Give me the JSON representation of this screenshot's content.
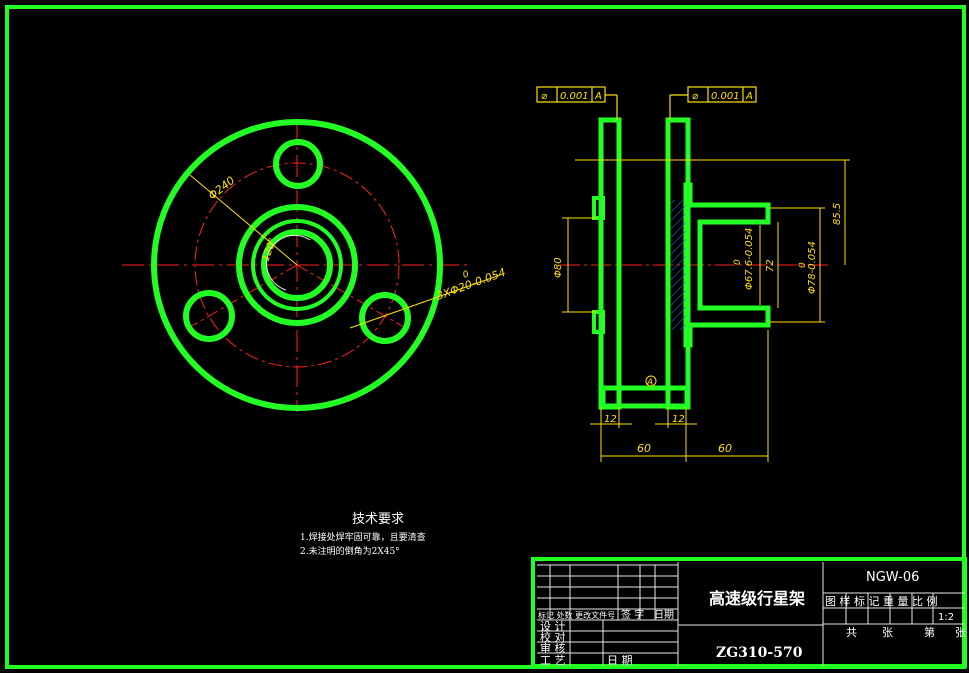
{
  "colors": {
    "background": "#000000",
    "outline": "#22ff22",
    "dimension": "#ffe000",
    "centerline": "#ff2020",
    "text": "#ffffff"
  },
  "front_view": {
    "dim_pcd": "Φ240",
    "dim_angle": "120°",
    "dim_holes": "3XΦ20-0.054",
    "dim_holes_upper": "0"
  },
  "section_view": {
    "tolerance_left": {
      "symbol": "⌀",
      "value": "0.001",
      "datum": "A"
    },
    "tolerance_right": {
      "symbol": "⌀",
      "value": "0.001",
      "datum": "A"
    },
    "dim_phi80": "Φ80",
    "dim_phi67": "Φ67.6-0.054",
    "dim_phi67_upper": "0",
    "dim_72": "72",
    "dim_phi78": "Φ78-0.054",
    "dim_phi78_upper": "0",
    "dim_85": "85.5",
    "dim_12_left": "12",
    "dim_12_right": "12",
    "dim_60_left": "60",
    "dim_60_right": "60",
    "datum_label": "A"
  },
  "tech_requirements": {
    "title": "技术要求",
    "line1": "1.焊接处焊牢固可靠，且要清查",
    "line2": "2.未注明的倒角为2X45°"
  },
  "title_block": {
    "part_name": "高速级行星架",
    "drawing_no": "ZG310-570",
    "model_code": "NGW-06",
    "hdr_labels": "图 样 标 记 重 量 比 例",
    "scale": "1:2",
    "total": "共",
    "sheet_unit": "张",
    "sheet_no": "第",
    "sheet_unit2": "张",
    "change_row": "标记 处数 更改文件号",
    "sign": "签 字",
    "date": "日期",
    "design": "设 计",
    "check": "校 对",
    "review": "审 核",
    "process": "工 艺",
    "date2": "日 期"
  }
}
